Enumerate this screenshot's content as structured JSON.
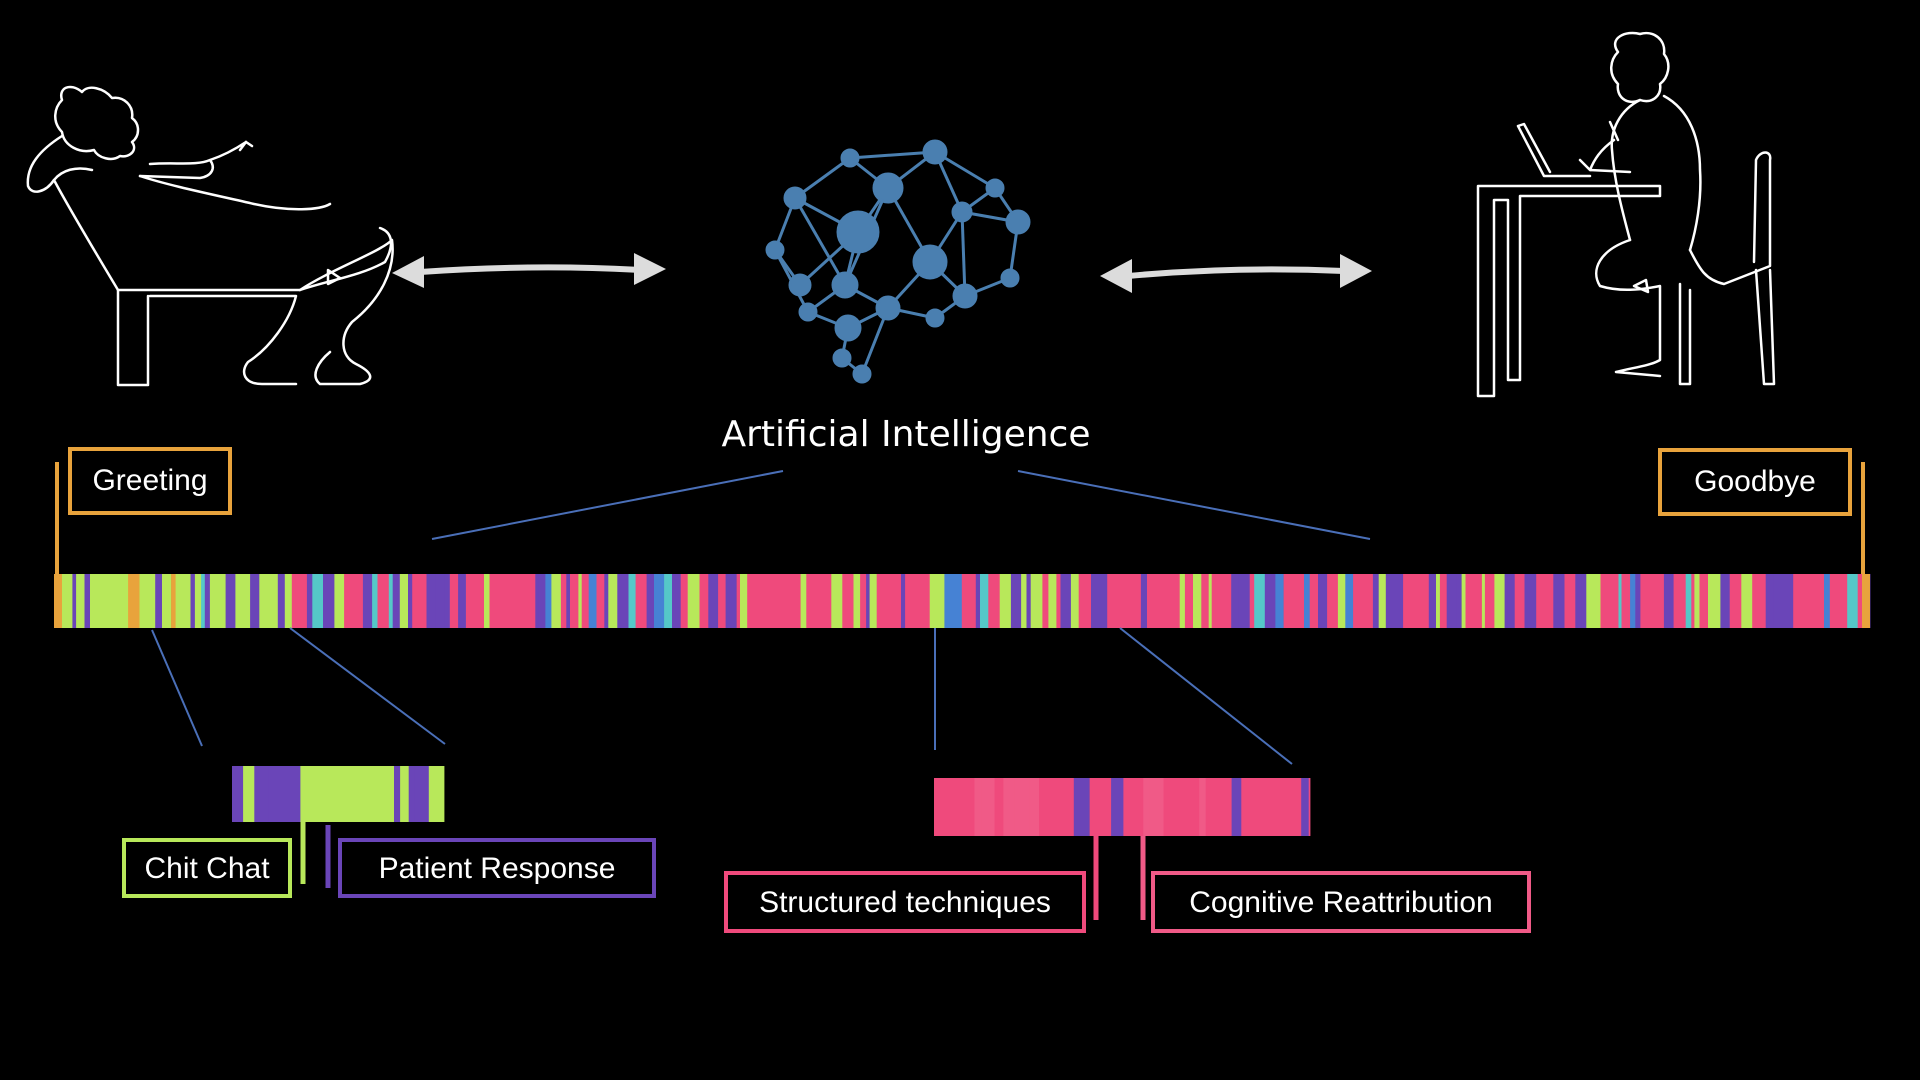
{
  "ai_label": "Artificial Intelligence",
  "callouts": {
    "greeting": "Greeting",
    "goodbye": "Goodbye",
    "chit_chat": "Chit Chat",
    "patient_response": "Patient Response",
    "structured_techniques": "Structured techniques",
    "cognitive_reattribution": "Cognitive Reattribution"
  },
  "colors": {
    "background": "#000000",
    "outline": "#ffffff",
    "brain": "#4a7fb0",
    "greeting_goodbye": "#e8a33c",
    "chit_chat": "#b8e85a",
    "patient_response": "#6a45b8",
    "structured_techniques": "#ef4a7c",
    "cognitive_reattribution": "#f05a87",
    "topic_blue": "#4682d4",
    "topic_cyan": "#55c8c8"
  },
  "icons": {
    "patient": "reclining-patient-icon",
    "brain": "ai-brain-network-icon",
    "therapist": "therapist-at-desk-icon",
    "arrows": "double-headed-arrow-icon"
  }
}
